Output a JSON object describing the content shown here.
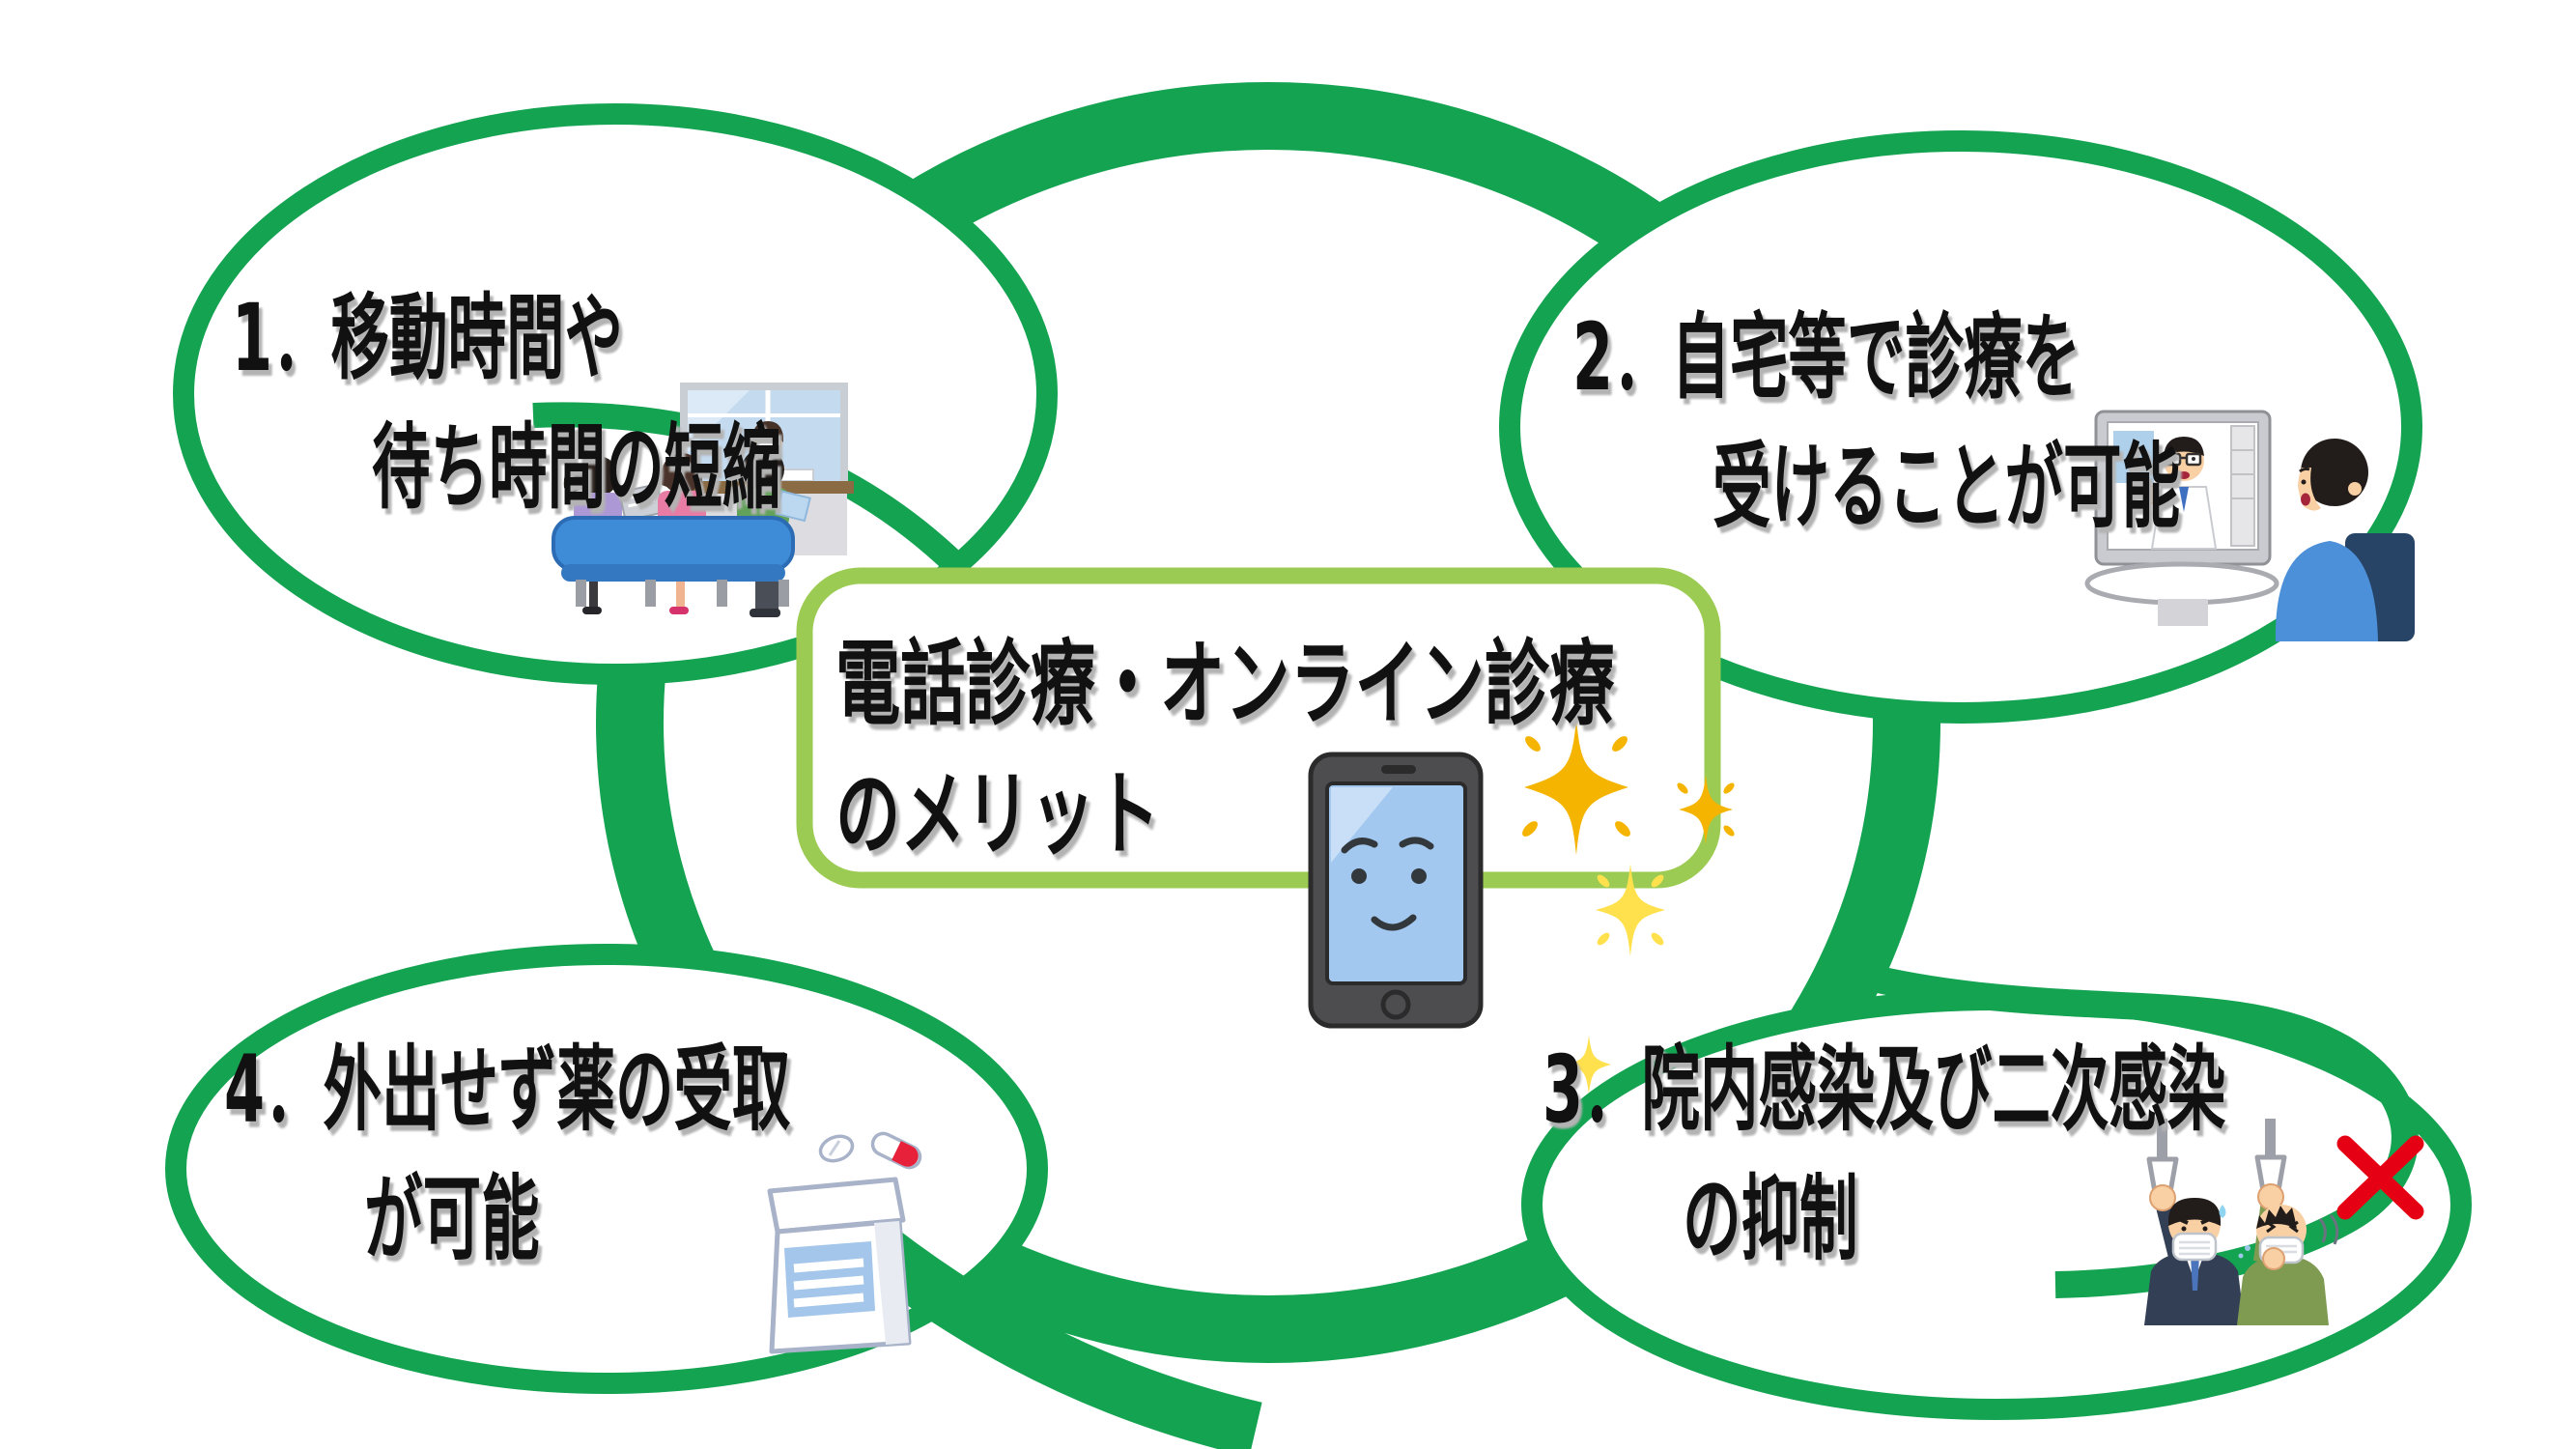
{
  "figure_type": "diagram",
  "title": {
    "line1": "電話診療・オンライン診療",
    "line2": "のメリット"
  },
  "benefits": [
    {
      "id": 1,
      "position": "top-left",
      "line1": "1．移動時間や",
      "line2": "待ち時間の短縮",
      "illustration": "hospital-reception-waiting-room"
    },
    {
      "id": 2,
      "position": "top-right",
      "line1": "2．自宅等で診療を",
      "line2": "受けることが可能",
      "illustration": "online-video-consultation"
    },
    {
      "id": 3,
      "position": "bottom-right",
      "line1": "3．院内感染及び二次感染",
      "line2": "の抑制",
      "illustration": "masked-train-commuters-with-x-mark"
    },
    {
      "id": 4,
      "position": "bottom-left",
      "line1": "4．外出せず薬の受取",
      "line2": "が可能",
      "illustration": "medicine-bag-and-pills"
    }
  ],
  "center_illustration": "smiling-smartphone-with-sparkles",
  "colors": {
    "loop_green": "#14A351",
    "center_box_green": "#9CCB53",
    "text_black": "#111111",
    "x_mark_red": "#E60014",
    "sparkle_gold": "#F4B400",
    "sparkle_light_yellow": "#FFE14D",
    "phone_screen_blue": "#A3C8EF",
    "bench_blue": "#3E8CD8"
  }
}
